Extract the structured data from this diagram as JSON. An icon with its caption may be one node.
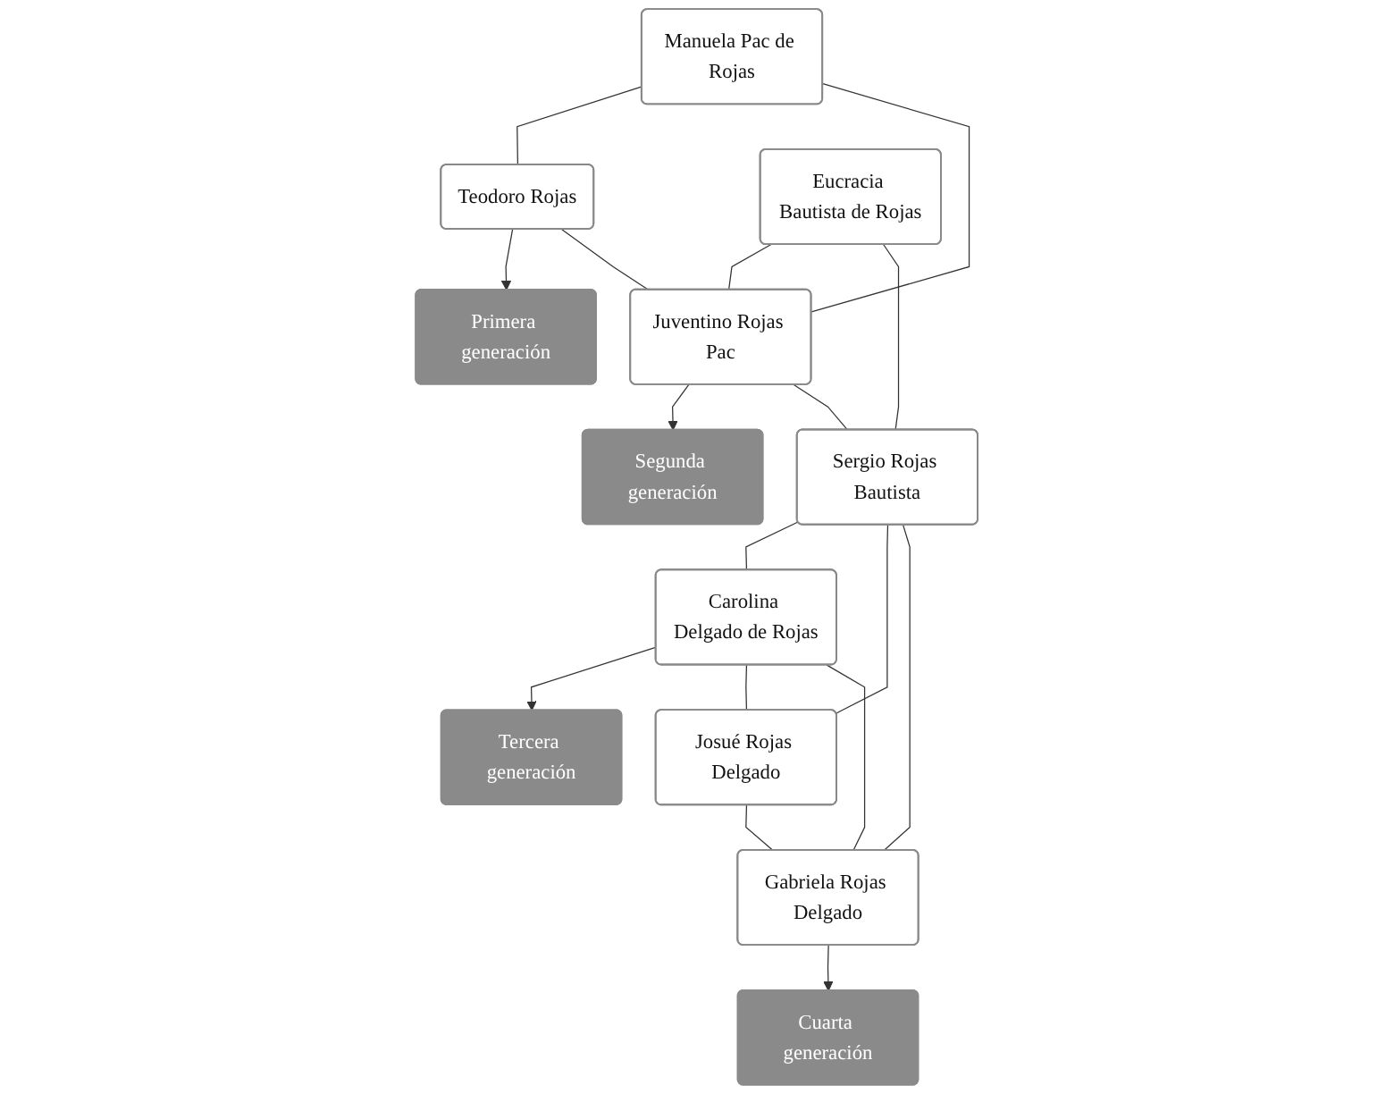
{
  "diagram": {
    "nodes": [
      {
        "text": [
          "Manuela Pac de Rojas"
        ]
      },
      {
        "text": [
          "Teodoro Rojas"
        ]
      },
      {
        "text": [
          "Primera generación"
        ]
      },
      {
        "text": [
          "Eucracia Bautista de Rojas"
        ]
      },
      {
        "text": [
          "Juventino Rojas Pac"
        ]
      },
      {
        "text": [
          "Segunda generación"
        ]
      },
      {
        "text": [
          "Sergio Rojas Bautista"
        ]
      },
      {
        "text": [
          "Carolina Delgado de Rojas"
        ]
      },
      {
        "text": [
          "Tercera generación"
        ]
      },
      {
        "text": [
          "Josué Rojas Delgado"
        ]
      },
      {
        "text": [
          "Gabriela Rojas Delgado"
        ]
      },
      {
        "text": [
          "Cuarta generación"
        ]
      }
    ],
    "edges": [
      {
        "from": 0,
        "to": 1,
        "arrow": "none"
      },
      {
        "from": 1,
        "to": 2,
        "arrow": "to"
      },
      {
        "from": 0,
        "to": 4,
        "arrow": "none"
      },
      {
        "from": 1,
        "to": 4,
        "arrow": "none"
      },
      {
        "from": 3,
        "to": 4,
        "arrow": "none"
      },
      {
        "from": 4,
        "to": 5,
        "arrow": "to"
      },
      {
        "from": 3,
        "to": 6,
        "arrow": "none"
      },
      {
        "from": 4,
        "to": 6,
        "arrow": "none"
      },
      {
        "from": 6,
        "to": 7,
        "arrow": "none"
      },
      {
        "from": 7,
        "to": 8,
        "arrow": "to"
      },
      {
        "from": 6,
        "to": 9,
        "arrow": "none"
      },
      {
        "from": 6,
        "to": 10,
        "arrow": "none"
      },
      {
        "from": 7,
        "to": 9,
        "arrow": "none"
      },
      {
        "from": 7,
        "to": 10,
        "arrow": "none"
      },
      {
        "from": 9,
        "to": 10,
        "arrow": "none"
      },
      {
        "from": 10,
        "to": 11,
        "arrow": "to"
      }
    ]
  }
}
